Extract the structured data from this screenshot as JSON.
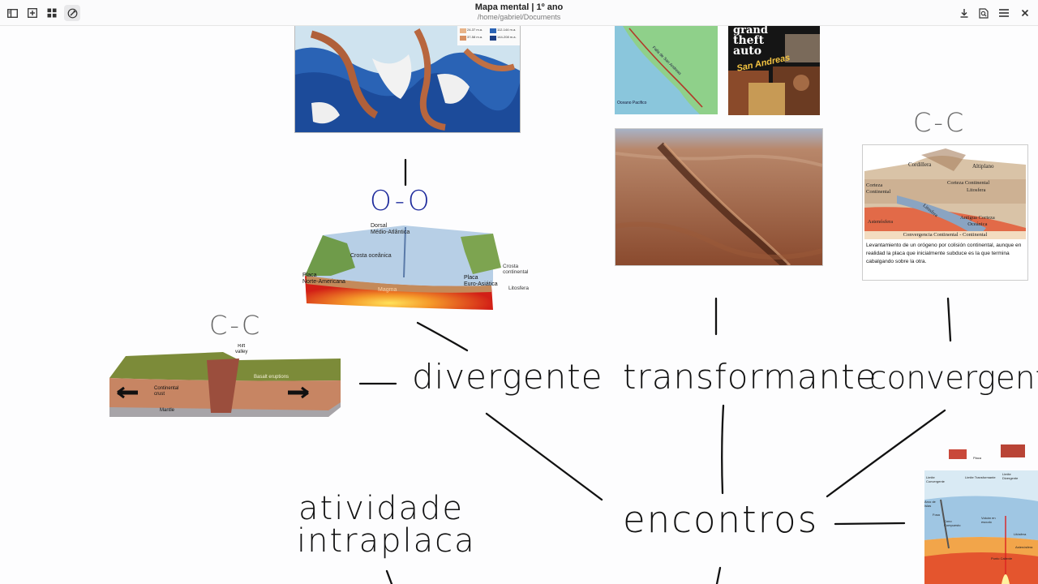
{
  "window": {
    "title": "Mapa mental | 1º ano",
    "path": "/home/gabriel/Documents"
  },
  "toolbar": {
    "left_icons": [
      "sidebar-icon",
      "add-page-icon",
      "grid-icon",
      "pen-off-icon"
    ],
    "right_icons": [
      "download-icon",
      "search-page-icon",
      "menu-icon",
      "close-icon"
    ]
  },
  "notes": {
    "divergente": "divergente",
    "transformante": "transformante",
    "convergente": "convergente",
    "encontros": "encontros",
    "atividade_l1": "atividade",
    "atividade_l2": "intraplaca",
    "oo_label": "O-O",
    "cc_left": "C-C",
    "cc_right": "C-C"
  },
  "images": {
    "oo_diagram": {
      "dorsal": "Dorsal",
      "dorsal2": "Médio-Atlântica",
      "crosta": "Crosta oceânica",
      "placa_na": "Placa",
      "placa_na2": "Norte-Americana",
      "placa_ea": "Placa",
      "placa_ea2": "Euro-Asiática",
      "crosta_cont": "Crosta",
      "crosta_cont2": "continental",
      "litosfera": "Litosfera",
      "magma": "Magma"
    },
    "rift": {
      "rift": "Rift",
      "valley": "valley",
      "basalt": "Basalt eruptions",
      "continental": "Continental",
      "crust": "crust",
      "mantle": "Mantle"
    },
    "cc_diagram": {
      "cordillera": "Cordillera",
      "altiplano": "Altiplano",
      "corteza_cont": "Corteza Continental",
      "corteza_cont2": "Corteza",
      "corteza_cont3": "Continental",
      "litosfera": "Litosfera",
      "astenosfera": "Astenósfera",
      "antigua": "Antigua Corteza",
      "oceanica": "Oceánica",
      "litosfera2": "Litosfera",
      "title": "Convergencia Continental - Continental",
      "caption": "Levantamiento de un orógeno por colisión continental, aunque en realidad la placa que inicialmente subduce es la que termina cabalgando sobre la otra."
    },
    "california": {
      "falla": "Falla de San Andreas",
      "oceano": "Oceano Pacifico"
    },
    "gta": {
      "line1": "grand",
      "line2": "theft",
      "line3": "auto",
      "line4": "San Andreas"
    },
    "boundaries": {
      "l1": "Limite Convergente",
      "l2": "Limite Transformante",
      "l3": "Limite Divergente",
      "l4": "Arco de Islas",
      "l5": "Fosa",
      "l6": "Cono Compuesto",
      "l7": "Volcán en escudo",
      "l8": "Litósfera",
      "l9": "Astenósfera",
      "l10": "Punto Caliente",
      "l11": "Placa"
    },
    "map": {
      "legend1": "24-37 m.a.",
      "legend2": "37-58 m.a.",
      "legend3": "112-144 m.a.",
      "legend4": "144-208 m.a."
    }
  }
}
